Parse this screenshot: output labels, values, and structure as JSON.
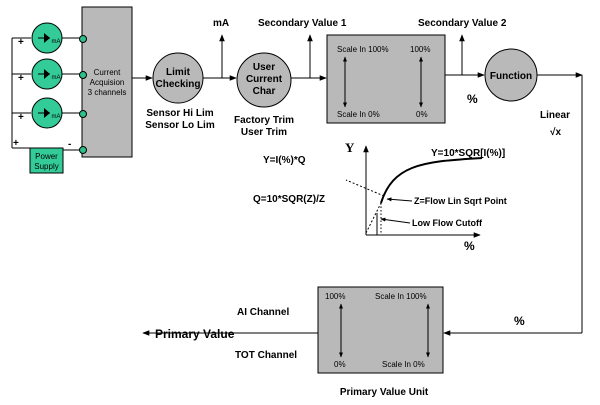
{
  "acquisition": {
    "label_lines": [
      "Current",
      "Acquision",
      "3 channels"
    ],
    "sensor_glyph": "mA",
    "power_supply_lines": [
      "Power",
      "Supply"
    ],
    "plus_sign": "+",
    "minus_sign": "-"
  },
  "limit_checking": {
    "lines": [
      "Limit",
      "Checking"
    ],
    "notes": [
      "Sensor Hi Lim",
      "Sensor Lo Lim"
    ],
    "output_label": "mA"
  },
  "char_block": {
    "lines": [
      "User",
      "Current",
      "Char"
    ],
    "notes": [
      "Factory Trim",
      "User Trim"
    ]
  },
  "secondary_value_1": "Secondary Value 1",
  "secondary_value_2": "Secondary Value 2",
  "scale_top": {
    "left_top": "Scale In 100%",
    "right_top": "100%",
    "left_bottom": "Scale In 0%",
    "right_bottom": "0%"
  },
  "percent_after_scale": "%",
  "function_block": "Function",
  "linear_label": "Linear",
  "sqrt_label": "√x",
  "formulas": {
    "y_eq": "Y=I(%)*Q",
    "q_eq": "Q=10*SQR(Z)/Z",
    "curve_eq": "Y=10*SQR[I(%)]"
  },
  "graph": {
    "y_axis": "Y",
    "x_axis": "%",
    "z_point": "Z=Flow Lin Sqrt Point",
    "cutoff": "Low Flow Cutoff"
  },
  "return_percent": "%",
  "ai_channel": "AI Channel",
  "primary_value": "Primary Value",
  "tot_channel": "TOT Channel",
  "scale_bottom": {
    "left_top": "100%",
    "right_top": "Scale In 100%",
    "left_bottom": "0%",
    "right_bottom": "Scale In 0%"
  },
  "primary_value_unit": "Primary Value Unit",
  "colors": {
    "gray_fill": "#b9b9b9",
    "sensor_green": "#33cc99",
    "port_green": "#2fbf8a",
    "supply_green": "#33cc99",
    "line": "#000000"
  }
}
